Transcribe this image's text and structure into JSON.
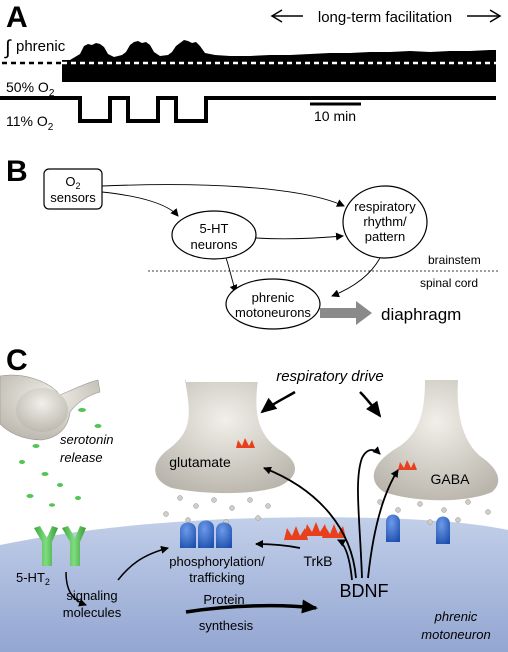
{
  "panels": {
    "a": "A",
    "b": "B",
    "c": "C"
  },
  "panel_a": {
    "phrenic_symbol": "∫",
    "phrenic_label": "phrenic",
    "ltf_label": "long-term facilitation",
    "o2_high_prefix": "50% O",
    "o2_high_sub": "2",
    "o2_low_prefix": "11% O",
    "o2_low_sub": "2",
    "scale_label": "10 min"
  },
  "panel_b": {
    "o2_sensors_line1_prefix": "O",
    "o2_sensors_line1_sub": "2",
    "o2_sensors_line2": "sensors",
    "ht_neurons_line1": "5-HT",
    "ht_neurons_line2": "neurons",
    "rhythm_line1": "respiratory",
    "rhythm_line2": "rhythm/",
    "rhythm_line3": "pattern",
    "brainstem": "brainstem",
    "spinal_cord": "spinal cord",
    "motoneurons_line1": "phrenic",
    "motoneurons_line2": "motoneurons",
    "diaphragm": "diaphragm"
  },
  "panel_c": {
    "respiratory_drive": "respiratory drive",
    "serotonin_line1": "serotonin",
    "serotonin_line2": "release",
    "glutamate": "glutamate",
    "gaba": "GABA",
    "phospho_line1": "phosphorylation/",
    "phospho_line2": "trafficking",
    "trkb": "TrkB",
    "receptor_prefix": "5-HT",
    "receptor_sub": "2",
    "signaling_line1": "signaling",
    "signaling_line2": "molecules",
    "protein_line1": "Protein",
    "protein_line2": "synthesis",
    "bdnf": "BDNF",
    "motoneuron_line1": "phrenic",
    "motoneuron_line2": "motoneuron"
  },
  "colors": {
    "cell": "#a9b9dd",
    "terminal": "#d9d6cf",
    "vesicle_green": "#52c552",
    "receptor_blue": "#2f66c4",
    "receptor_red": "#e8401c",
    "gray_arrow": "#8a8a8a"
  }
}
